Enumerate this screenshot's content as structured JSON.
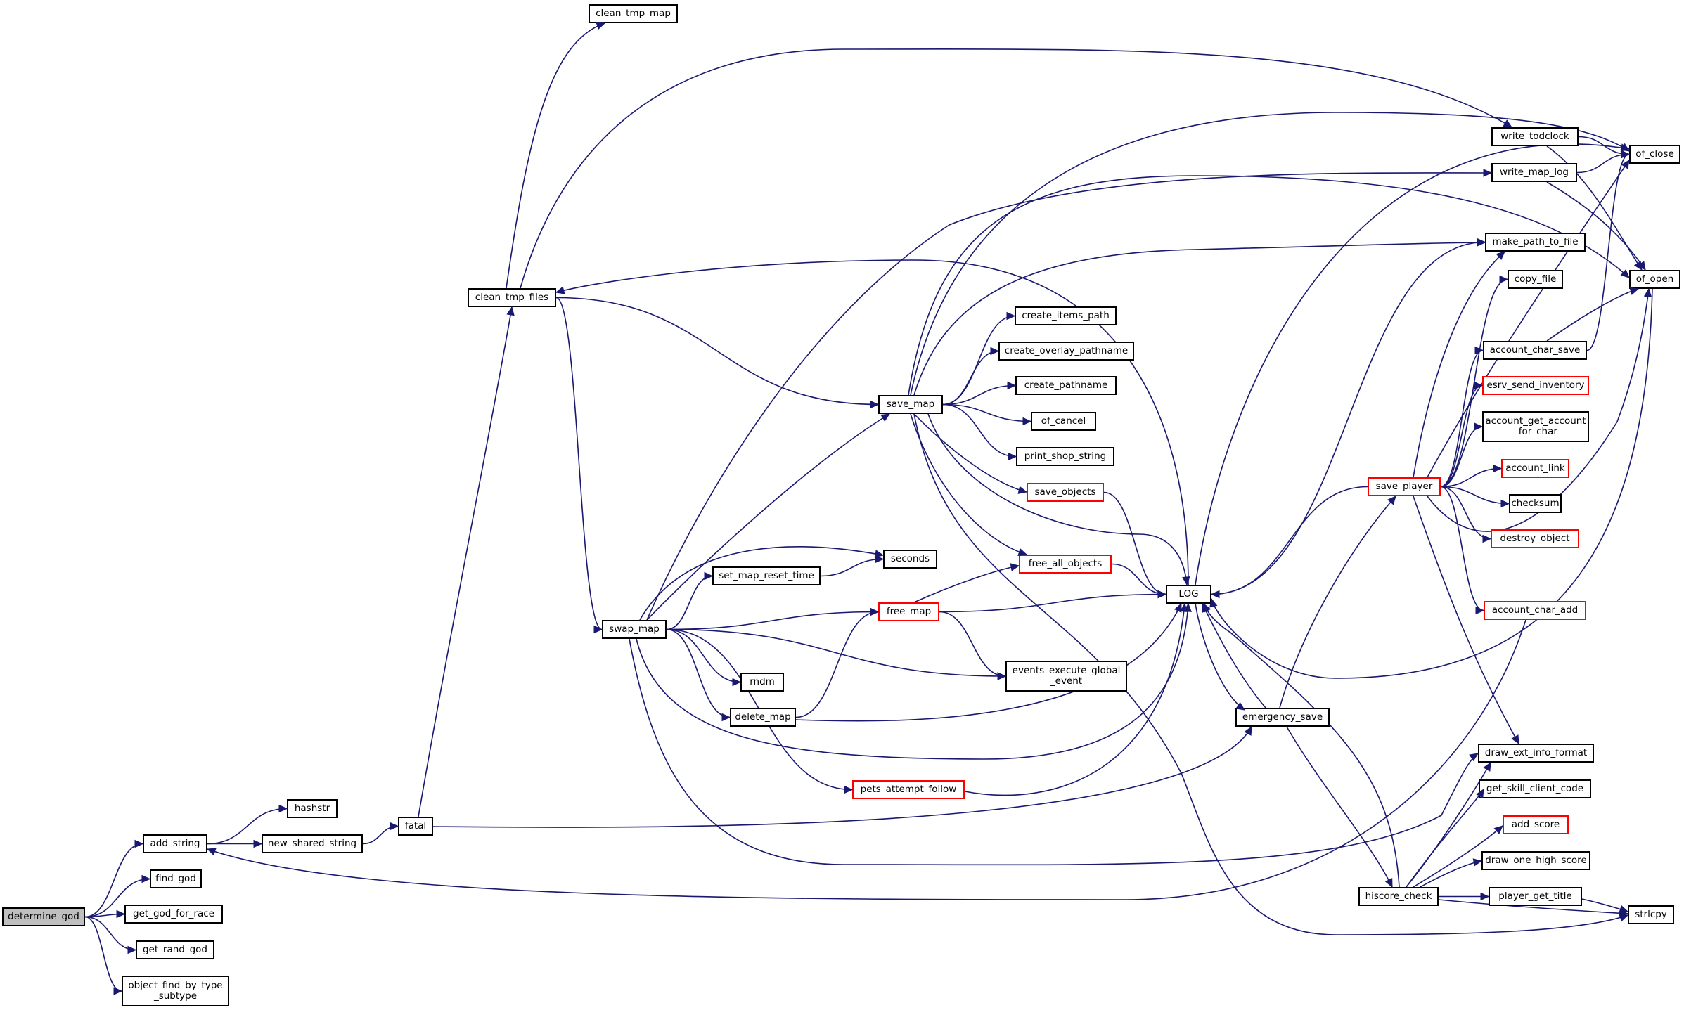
{
  "graph": {
    "edge_color": "#191970",
    "focus_fill": "#bfbfbf",
    "truncated_border_color": "#ff0000",
    "nodes": [
      {
        "id": "determine_god",
        "label": "determine_god",
        "style": "focus"
      },
      {
        "id": "add_string",
        "label": "add_string",
        "style": "normal"
      },
      {
        "id": "find_god",
        "label": "find_god",
        "style": "normal"
      },
      {
        "id": "get_god_for_race",
        "label": "get_god_for_race",
        "style": "normal"
      },
      {
        "id": "get_rand_god",
        "label": "get_rand_god",
        "style": "normal"
      },
      {
        "id": "object_find_by_type_subtype",
        "label": "object_find_by_type\n_subtype",
        "style": "normal"
      },
      {
        "id": "hashstr",
        "label": "hashstr",
        "style": "normal"
      },
      {
        "id": "new_shared_string",
        "label": "new_shared_string",
        "style": "normal"
      },
      {
        "id": "fatal",
        "label": "fatal",
        "style": "normal"
      },
      {
        "id": "clean_tmp_files",
        "label": "clean_tmp_files",
        "style": "normal"
      },
      {
        "id": "clean_tmp_map",
        "label": "clean_tmp_map",
        "style": "normal"
      },
      {
        "id": "swap_map",
        "label": "swap_map",
        "style": "normal"
      },
      {
        "id": "save_map",
        "label": "save_map",
        "style": "normal"
      },
      {
        "id": "seconds",
        "label": "seconds",
        "style": "normal"
      },
      {
        "id": "set_map_reset_time",
        "label": "set_map_reset_time",
        "style": "normal"
      },
      {
        "id": "free_map",
        "label": "free_map",
        "style": "truncated"
      },
      {
        "id": "rndm",
        "label": "rndm",
        "style": "normal"
      },
      {
        "id": "delete_map",
        "label": "delete_map",
        "style": "normal"
      },
      {
        "id": "pets_attempt_follow",
        "label": "pets_attempt_follow",
        "style": "truncated"
      },
      {
        "id": "create_items_path",
        "label": "create_items_path",
        "style": "normal"
      },
      {
        "id": "create_overlay_pathname",
        "label": "create_overlay_pathname",
        "style": "normal"
      },
      {
        "id": "create_pathname",
        "label": "create_pathname",
        "style": "normal"
      },
      {
        "id": "of_cancel",
        "label": "of_cancel",
        "style": "normal"
      },
      {
        "id": "print_shop_string",
        "label": "print_shop_string",
        "style": "normal"
      },
      {
        "id": "save_objects",
        "label": "save_objects",
        "style": "truncated"
      },
      {
        "id": "free_all_objects",
        "label": "free_all_objects",
        "style": "truncated"
      },
      {
        "id": "events_execute_global_event",
        "label": "events_execute_global\n_event",
        "style": "normal"
      },
      {
        "id": "LOG",
        "label": "LOG",
        "style": "normal"
      },
      {
        "id": "emergency_save",
        "label": "emergency_save",
        "style": "normal"
      },
      {
        "id": "write_todclock",
        "label": "write_todclock",
        "style": "normal"
      },
      {
        "id": "write_map_log",
        "label": "write_map_log",
        "style": "normal"
      },
      {
        "id": "make_path_to_file",
        "label": "make_path_to_file",
        "style": "normal"
      },
      {
        "id": "copy_file",
        "label": "copy_file",
        "style": "normal"
      },
      {
        "id": "account_char_save",
        "label": "account_char_save",
        "style": "normal"
      },
      {
        "id": "esrv_send_inventory",
        "label": "esrv_send_inventory",
        "style": "truncated"
      },
      {
        "id": "account_get_account_for_char",
        "label": "account_get_account\n_for_char",
        "style": "normal"
      },
      {
        "id": "save_player",
        "label": "save_player",
        "style": "truncated"
      },
      {
        "id": "account_link",
        "label": "account_link",
        "style": "truncated"
      },
      {
        "id": "checksum",
        "label": "checksum",
        "style": "normal"
      },
      {
        "id": "destroy_object",
        "label": "destroy_object",
        "style": "truncated"
      },
      {
        "id": "account_char_add",
        "label": "account_char_add",
        "style": "truncated"
      },
      {
        "id": "of_close",
        "label": "of_close",
        "style": "normal"
      },
      {
        "id": "of_open",
        "label": "of_open",
        "style": "normal"
      },
      {
        "id": "draw_ext_info_format",
        "label": "draw_ext_info_format",
        "style": "normal"
      },
      {
        "id": "get_skill_client_code",
        "label": "get_skill_client_code",
        "style": "normal"
      },
      {
        "id": "add_score",
        "label": "add_score",
        "style": "truncated"
      },
      {
        "id": "draw_one_high_score",
        "label": "draw_one_high_score",
        "style": "normal"
      },
      {
        "id": "hiscore_check",
        "label": "hiscore_check",
        "style": "normal"
      },
      {
        "id": "player_get_title",
        "label": "player_get_title",
        "style": "normal"
      },
      {
        "id": "strlcpy",
        "label": "strlcpy",
        "style": "normal"
      }
    ],
    "edges": [
      [
        "determine_god",
        "add_string"
      ],
      [
        "determine_god",
        "find_god"
      ],
      [
        "determine_god",
        "get_god_for_race"
      ],
      [
        "determine_god",
        "get_rand_god"
      ],
      [
        "determine_god",
        "object_find_by_type_subtype"
      ],
      [
        "add_string",
        "hashstr"
      ],
      [
        "add_string",
        "new_shared_string"
      ],
      [
        "new_shared_string",
        "fatal"
      ],
      [
        "fatal",
        "clean_tmp_files"
      ],
      [
        "fatal",
        "emergency_save"
      ],
      [
        "clean_tmp_files",
        "clean_tmp_map"
      ],
      [
        "clean_tmp_files",
        "save_map"
      ],
      [
        "clean_tmp_files",
        "swap_map"
      ],
      [
        "clean_tmp_files",
        "write_todclock"
      ],
      [
        "swap_map",
        "save_map"
      ],
      [
        "swap_map",
        "seconds"
      ],
      [
        "swap_map",
        "set_map_reset_time"
      ],
      [
        "swap_map",
        "free_map"
      ],
      [
        "swap_map",
        "rndm"
      ],
      [
        "swap_map",
        "delete_map"
      ],
      [
        "swap_map",
        "pets_attempt_follow"
      ],
      [
        "swap_map",
        "events_execute_global_event"
      ],
      [
        "swap_map",
        "LOG"
      ],
      [
        "swap_map",
        "write_map_log"
      ],
      [
        "swap_map",
        "draw_ext_info_format"
      ],
      [
        "set_map_reset_time",
        "seconds"
      ],
      [
        "delete_map",
        "free_map"
      ],
      [
        "delete_map",
        "LOG"
      ],
      [
        "free_map",
        "free_all_objects"
      ],
      [
        "free_map",
        "events_execute_global_event"
      ],
      [
        "free_map",
        "LOG"
      ],
      [
        "pets_attempt_follow",
        "LOG"
      ],
      [
        "save_map",
        "create_items_path"
      ],
      [
        "save_map",
        "create_overlay_pathname"
      ],
      [
        "save_map",
        "create_pathname"
      ],
      [
        "save_map",
        "of_cancel"
      ],
      [
        "save_map",
        "print_shop_string"
      ],
      [
        "save_map",
        "save_objects"
      ],
      [
        "save_map",
        "free_all_objects"
      ],
      [
        "save_map",
        "LOG"
      ],
      [
        "save_map",
        "make_path_to_file"
      ],
      [
        "save_map",
        "of_close"
      ],
      [
        "save_map",
        "of_open"
      ],
      [
        "save_map",
        "strlcpy"
      ],
      [
        "save_objects",
        "LOG"
      ],
      [
        "free_all_objects",
        "LOG"
      ],
      [
        "LOG",
        "clean_tmp_files"
      ],
      [
        "LOG",
        "emergency_save"
      ],
      [
        "LOG",
        "make_path_to_file"
      ],
      [
        "LOG",
        "of_close"
      ],
      [
        "emergency_save",
        "LOG"
      ],
      [
        "emergency_save",
        "save_player"
      ],
      [
        "emergency_save",
        "hiscore_check"
      ],
      [
        "save_player",
        "LOG"
      ],
      [
        "save_player",
        "make_path_to_file"
      ],
      [
        "save_player",
        "copy_file"
      ],
      [
        "save_player",
        "account_char_save"
      ],
      [
        "save_player",
        "esrv_send_inventory"
      ],
      [
        "save_player",
        "account_get_account_for_char"
      ],
      [
        "save_player",
        "account_link"
      ],
      [
        "save_player",
        "checksum"
      ],
      [
        "save_player",
        "destroy_object"
      ],
      [
        "save_player",
        "account_char_add"
      ],
      [
        "save_player",
        "of_close"
      ],
      [
        "save_player",
        "of_open"
      ],
      [
        "save_player",
        "draw_ext_info_format"
      ],
      [
        "write_todclock",
        "of_close"
      ],
      [
        "write_todclock",
        "of_open"
      ],
      [
        "write_map_log",
        "of_close"
      ],
      [
        "write_map_log",
        "of_open"
      ],
      [
        "account_char_save",
        "of_close"
      ],
      [
        "account_char_save",
        "of_open"
      ],
      [
        "account_char_add",
        "add_string"
      ],
      [
        "of_open",
        "LOG"
      ],
      [
        "hiscore_check",
        "LOG"
      ],
      [
        "hiscore_check",
        "draw_ext_info_format"
      ],
      [
        "hiscore_check",
        "get_skill_client_code"
      ],
      [
        "hiscore_check",
        "add_score"
      ],
      [
        "hiscore_check",
        "draw_one_high_score"
      ],
      [
        "hiscore_check",
        "player_get_title"
      ],
      [
        "hiscore_check",
        "strlcpy"
      ],
      [
        "player_get_title",
        "strlcpy"
      ]
    ]
  }
}
